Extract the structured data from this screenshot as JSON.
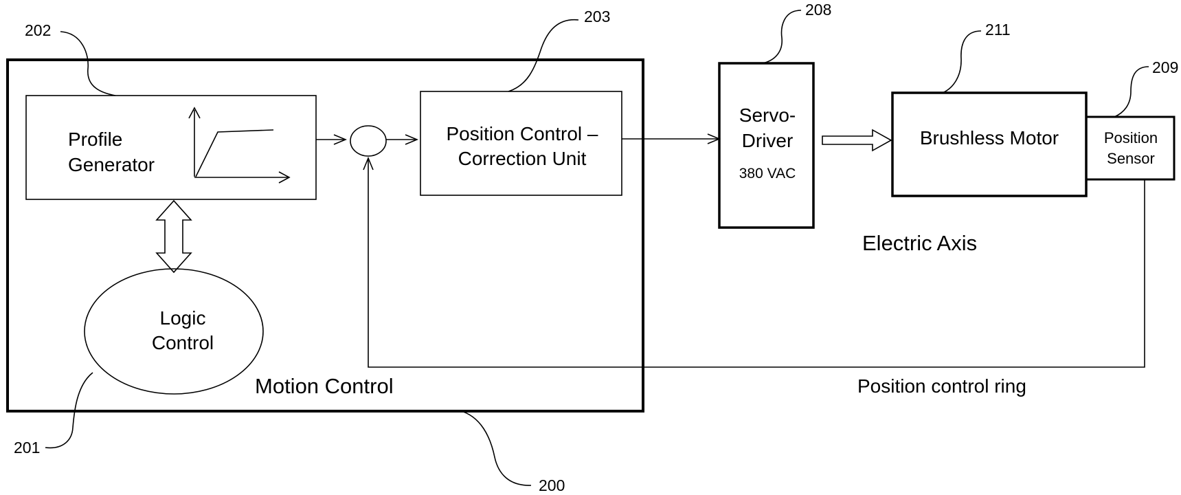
{
  "blocks": {
    "profile_generator": {
      "line1": "Profile",
      "line2": "Generator"
    },
    "position_control": {
      "line1": "Position Control –",
      "line2": "Correction Unit"
    },
    "servo_driver": {
      "line1": "Servo-",
      "line2": "Driver",
      "voltage": "380 VAC"
    },
    "brushless_motor": {
      "label": "Brushless Motor"
    },
    "position_sensor": {
      "line1": "Position",
      "line2": "Sensor"
    },
    "logic_control": {
      "line1": "Logic",
      "line2": "Control"
    }
  },
  "group_labels": {
    "motion_control": "Motion Control",
    "electric_axis": "Electric Axis",
    "feedback": "Position control ring"
  },
  "reference_numbers": {
    "r200": "200",
    "r201": "201",
    "r202": "202",
    "r203": "203",
    "r208": "208",
    "r209": "209",
    "r211": "211"
  }
}
